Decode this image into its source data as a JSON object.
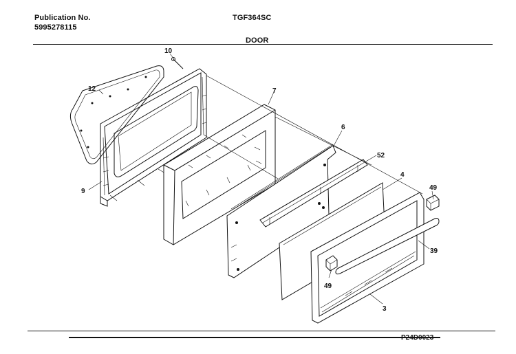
{
  "header": {
    "publication_label": "Publication No.",
    "publication_number": "5995278115",
    "model": "TGF364SC",
    "section": "DOOR"
  },
  "footer": {
    "drawing_code": "P24D0023"
  },
  "callouts": {
    "c10": "10",
    "c12": "12",
    "c9": "9",
    "c7": "7",
    "c6": "6",
    "c52": "52",
    "c4": "4",
    "c49a": "49",
    "c39": "39",
    "c49b": "49",
    "c3": "3"
  }
}
